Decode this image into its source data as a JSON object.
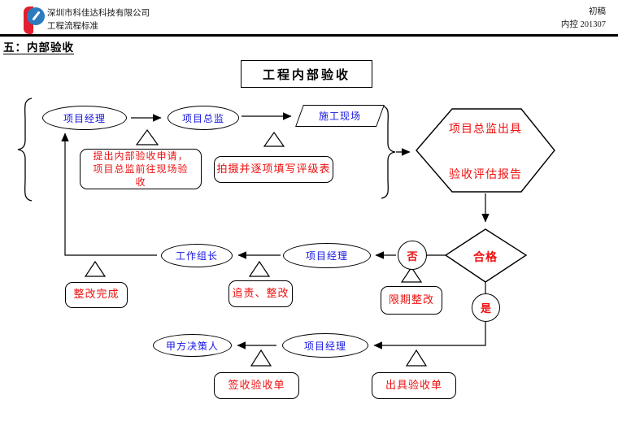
{
  "colors": {
    "node_blue": "#1414e0",
    "note_red": "#ee1010",
    "line_black": "#000000",
    "logo_red": "#e31e2d",
    "logo_blue": "#2c7bbf"
  },
  "header": {
    "company": "深圳市科佳达科技有限公司",
    "doc_type": "工程流程标准",
    "draft": "初稿",
    "control_no": "内控 201307",
    "section_title": "五：内部验收"
  },
  "flow": {
    "title": "工程内部验收",
    "pm_top": "项目经理",
    "director": "项目总监",
    "site": "施工现场",
    "hex_line1": "项目总监出具",
    "hex_line2": "验收评估报告",
    "apply_note": "提出内部验收申请，项目总监前往现场验收",
    "rating_note": "拍摄并逐项填写评级表",
    "qualified": "合格",
    "no": "否",
    "yes": "是",
    "deadline_note": "限期整改",
    "pm_mid": "项目经理",
    "team_leader": "工作组长",
    "accountability_note": "追责、整改",
    "rectify_done_note": "整改完成",
    "pm_bottom": "项目经理",
    "client_decider": "甲方决策人",
    "sign_note": "签收验收单",
    "issue_note": "出具验收单"
  }
}
